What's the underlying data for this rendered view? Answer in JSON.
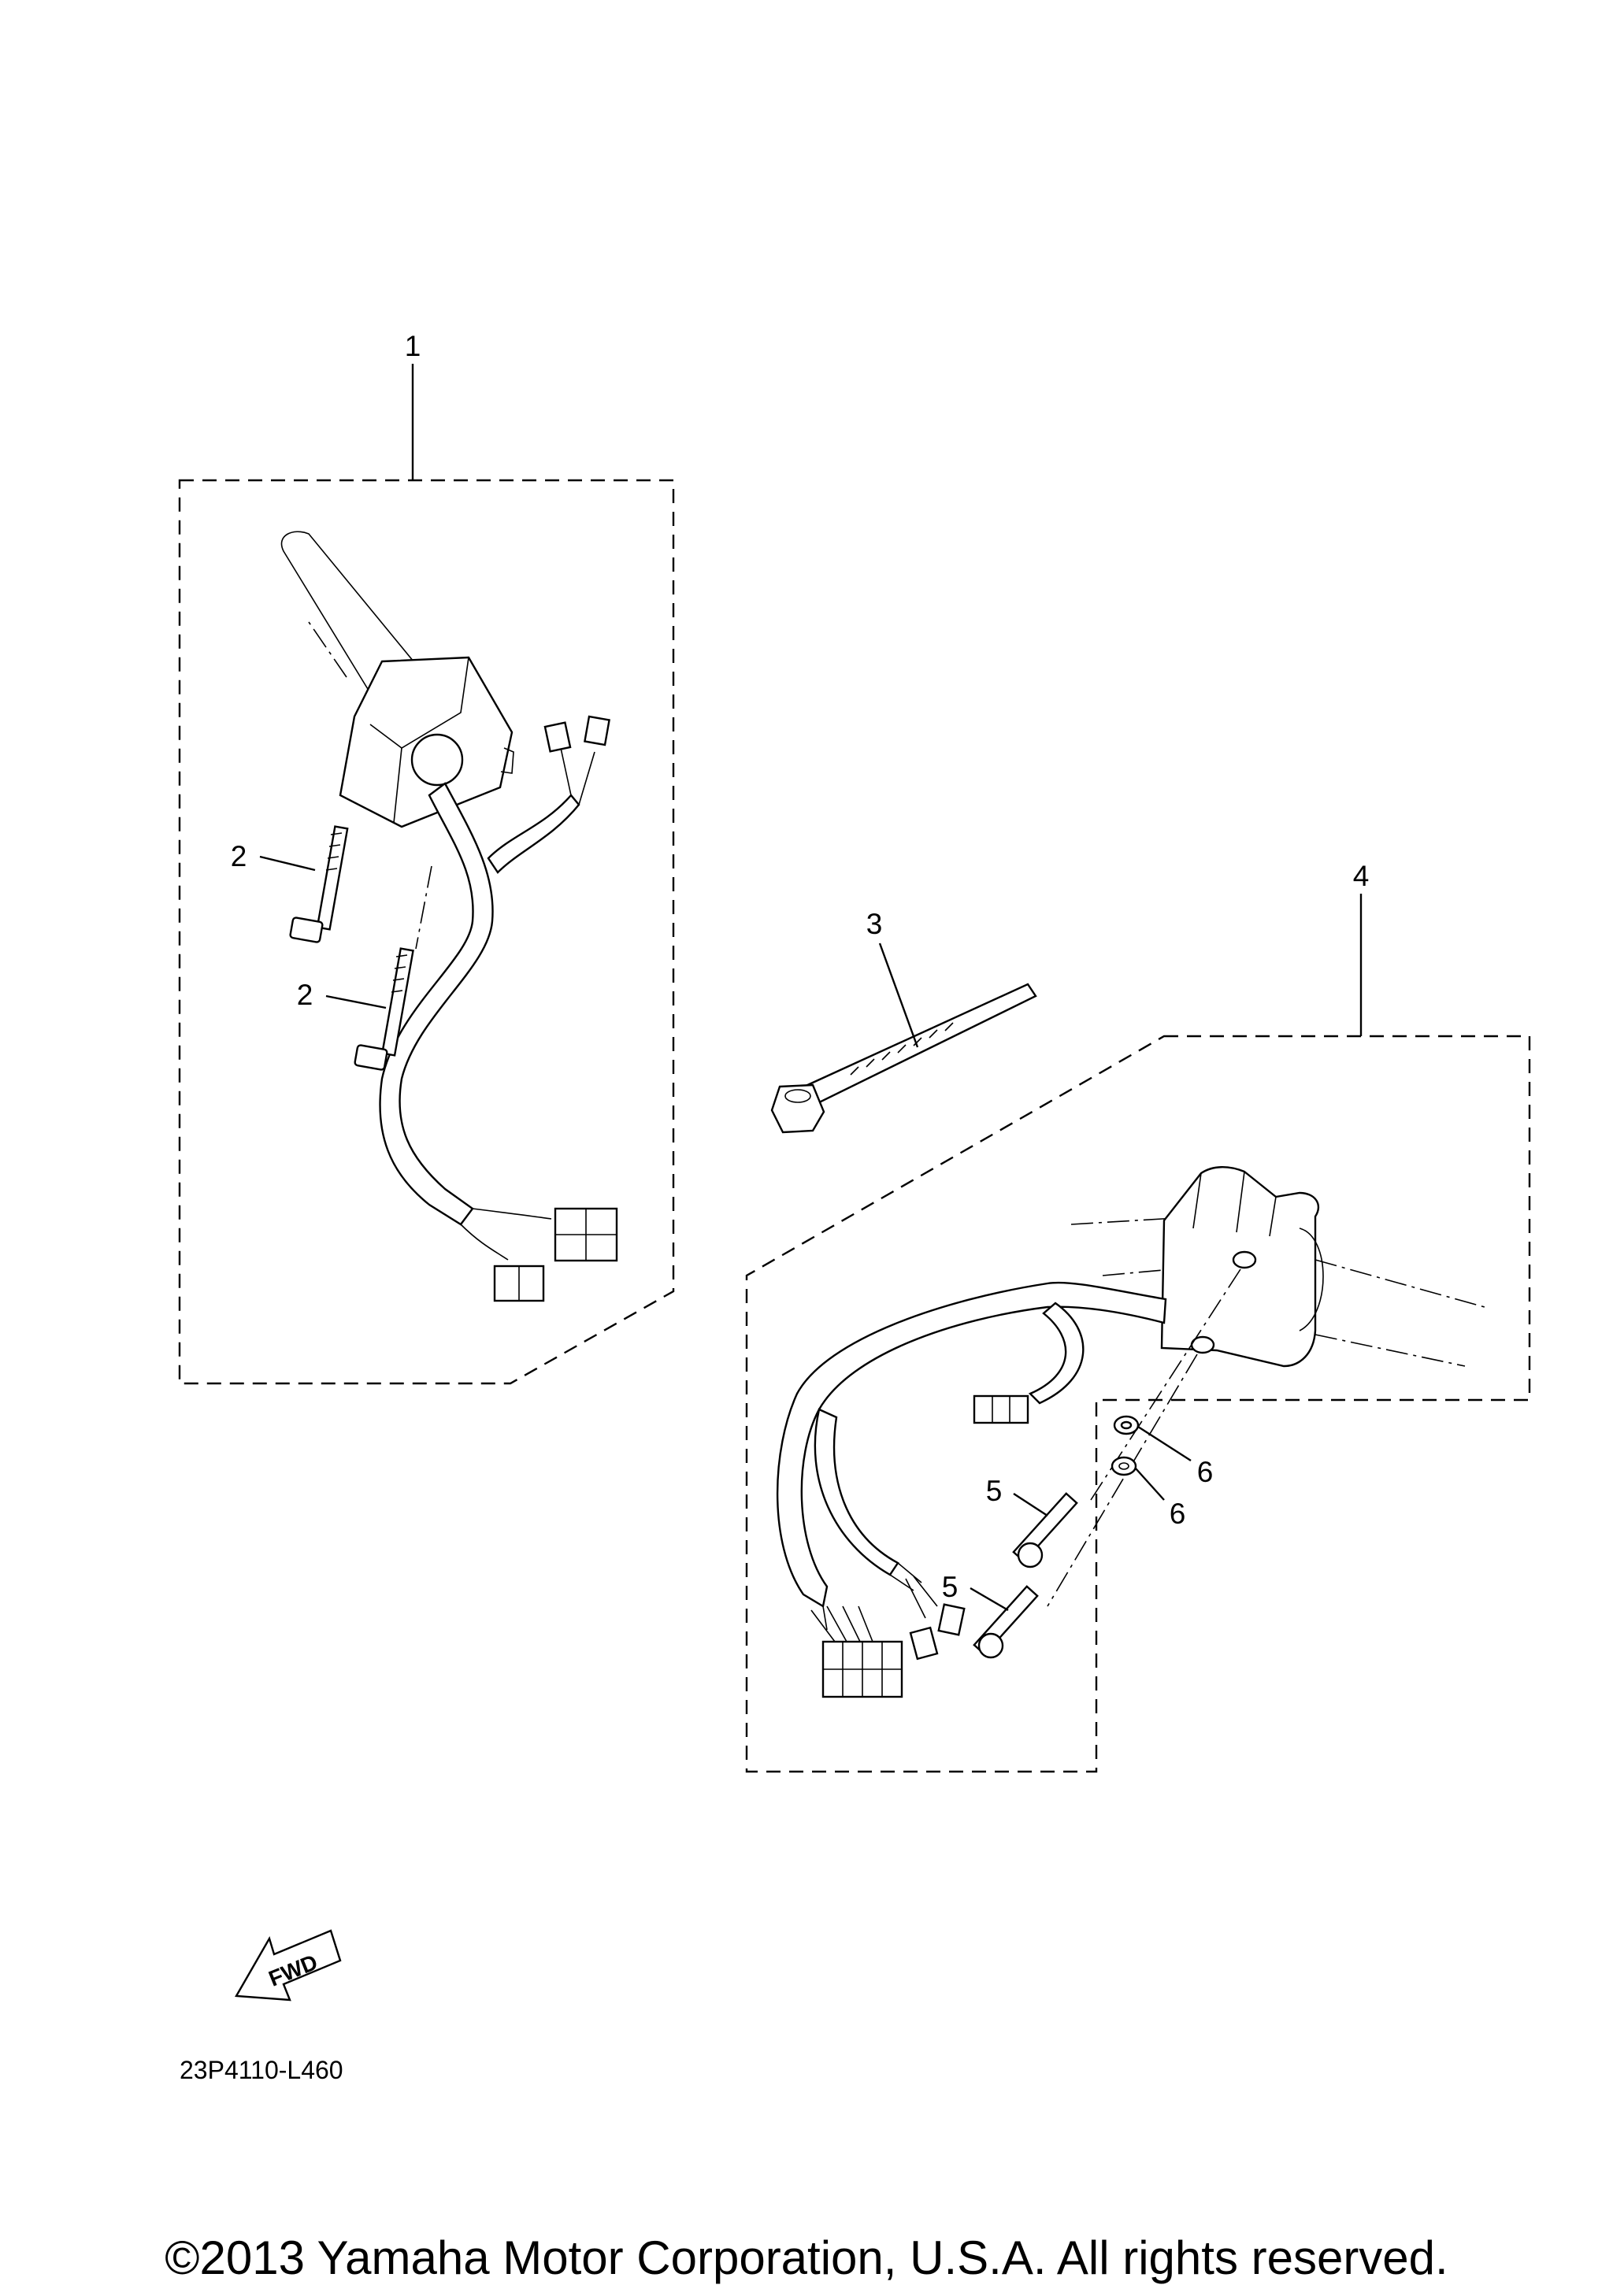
{
  "callouts": {
    "c1": "1",
    "c2a": "2",
    "c2b": "2",
    "c3": "3",
    "c4": "4",
    "c5a": "5",
    "c5b": "5",
    "c6a": "6",
    "c6b": "6"
  },
  "fwd_label": "FWD",
  "diagram_code": "23P4110-L460",
  "copyright": "©2013 Yamaha Motor Corporation, U.S.A. All rights reserved."
}
